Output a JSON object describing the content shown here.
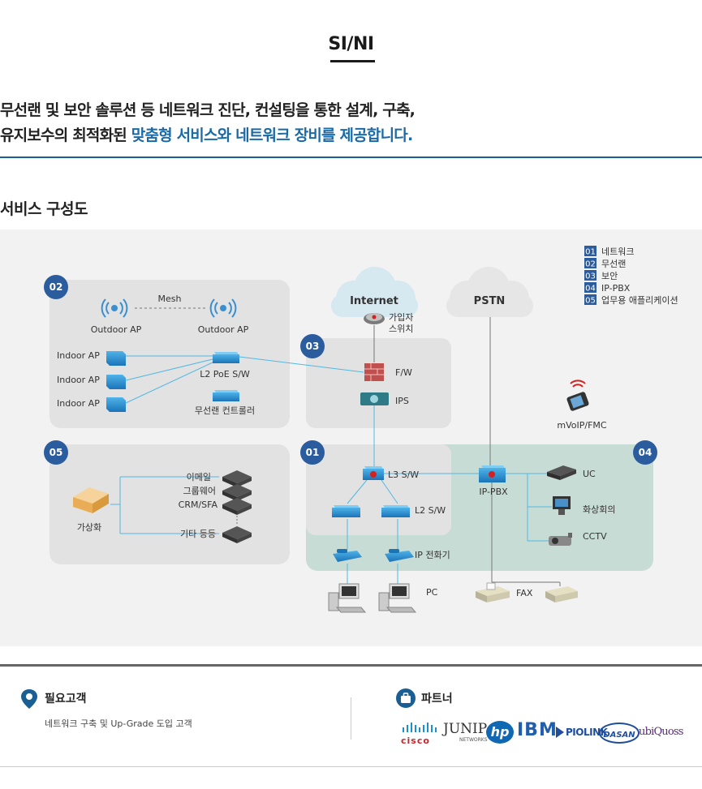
{
  "page": {
    "title": "SI/NI",
    "intro_line1": "무선랜 및 보안 솔루션 등 네트워크 진단, 컨설팅을 통한 설계, 구축,",
    "intro_line2_plain": "유지보수의 최적화된 ",
    "intro_line2_highlight": "맞춤형 서비스와 네트워크 장비를 제공합니다.",
    "section_heading": "서비스 구성도"
  },
  "diagram": {
    "legend": [
      {
        "num": "01",
        "label": "네트워크"
      },
      {
        "num": "02",
        "label": "무선랜"
      },
      {
        "num": "03",
        "label": "보안"
      },
      {
        "num": "04",
        "label": "IP-PBX"
      },
      {
        "num": "05",
        "label": "업무용 애플리케이션"
      }
    ],
    "clouds": {
      "internet": "Internet",
      "pstn": "PSTN"
    },
    "zone_badges": {
      "z01": "01",
      "z02": "02",
      "z03": "03",
      "z04": "04",
      "z05": "05"
    },
    "wireless": {
      "mesh": "Mesh",
      "outdoor_ap_1": "Outdoor AP",
      "outdoor_ap_2": "Outdoor AP",
      "indoor_ap_1": "Indoor AP",
      "indoor_ap_2": "Indoor AP",
      "indoor_ap_3": "Indoor AP",
      "l2_poe": "L2 PoE S/W",
      "wlan_controller": "무선랜 컨트롤러"
    },
    "security": {
      "subscriber_switch_1": "가입자",
      "subscriber_switch_2": "스위치",
      "firewall": "F/W",
      "ips": "IPS"
    },
    "apps": {
      "virtualization": "가상화",
      "email": "이메일",
      "groupware": "그룹웨어",
      "crm": "CRM/SFA",
      "etc": "기타 등등"
    },
    "network": {
      "l3": "L3 S/W",
      "l2": "L2 S/W",
      "ip_phone": "IP 전화기",
      "pc": "PC"
    },
    "pbx": {
      "ippbx": "IP-PBX",
      "uc": "UC",
      "video_conf": "화상회의",
      "cctv": "CCTV",
      "fax": "FAX",
      "mvoip": "mVoIP/FMC"
    },
    "colors": {
      "badge": "#2b5c9e",
      "zone_gray": "#e2e2e2",
      "zone_green": "#c8dcd6",
      "link": "#52b8e3",
      "cloud": "#d6e8f0"
    }
  },
  "footer": {
    "customers_title": "필요고객",
    "customers_desc": "네트워크 구축 및 Up-Grade 도입 고객",
    "partners_title": "파트너",
    "partners": [
      "cisco",
      "JUNIPer",
      "NETWORKS",
      "hp",
      "IBM",
      "PIOLINK",
      "DASAN",
      "ubiQuoss"
    ]
  }
}
